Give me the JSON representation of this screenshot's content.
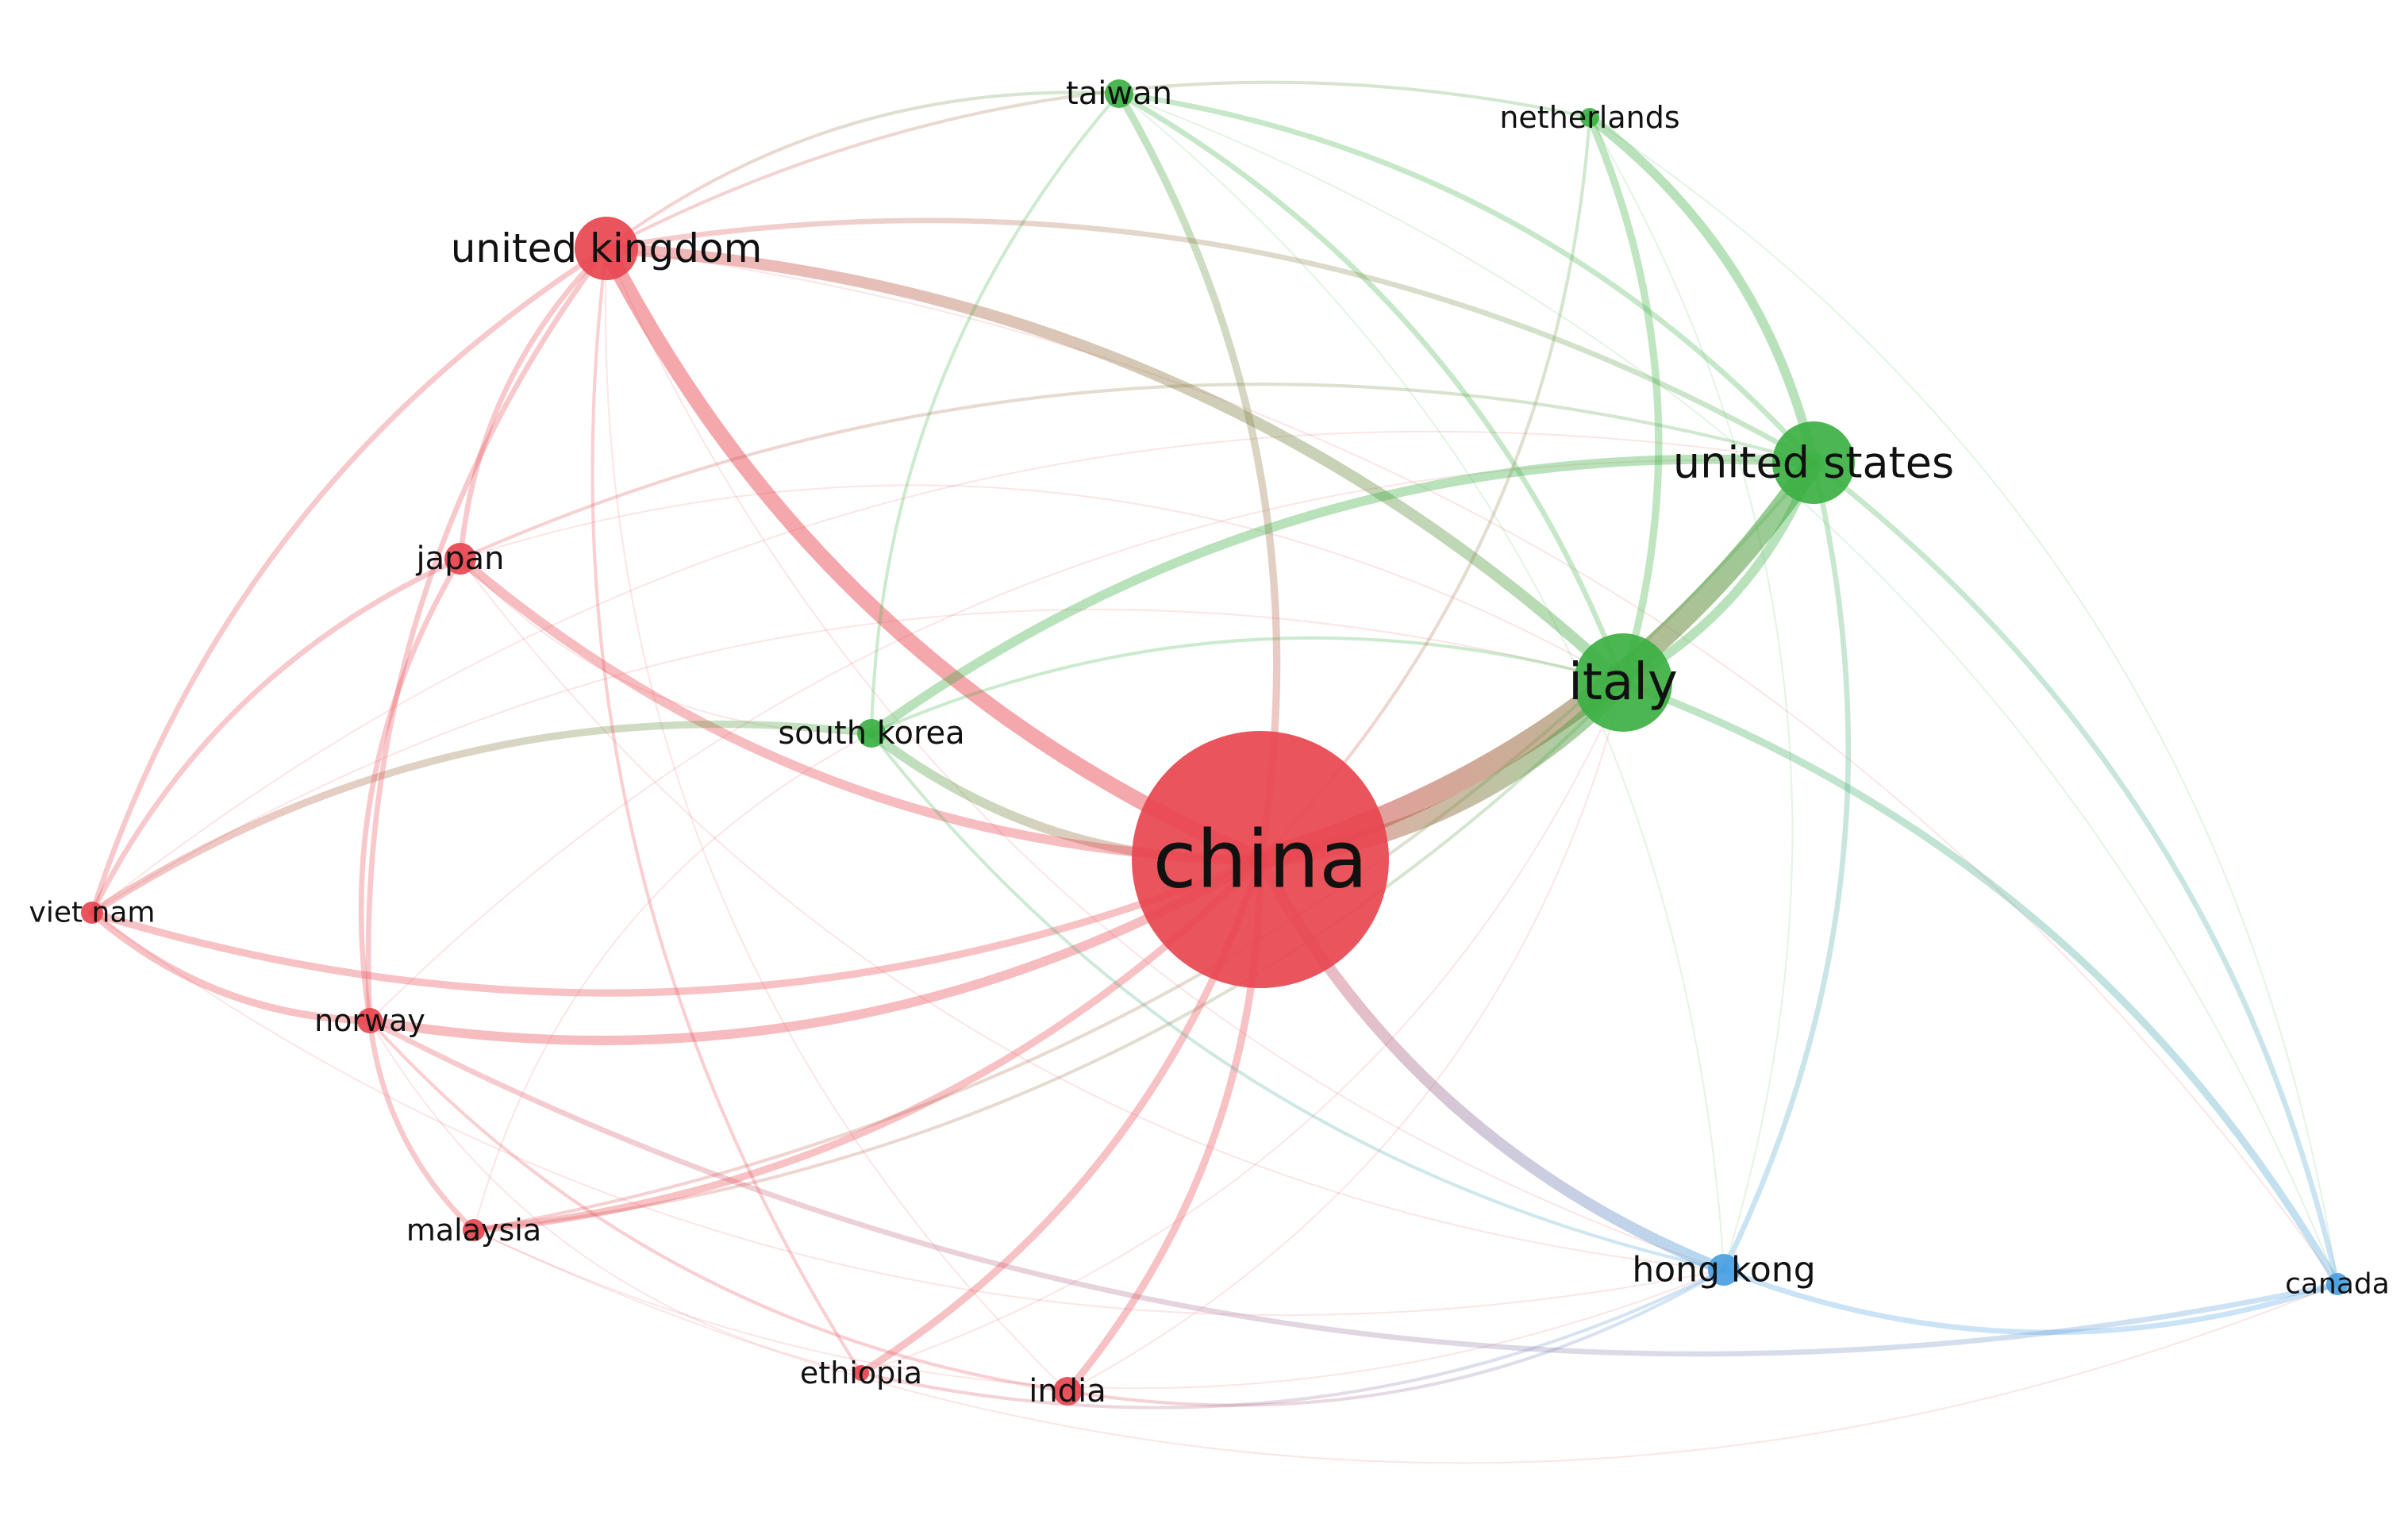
{
  "clusters": {
    "red": "#e8454f",
    "green": "#3cb043",
    "blue": "#4a9fe0"
  },
  "nodes": [
    {
      "id": "china",
      "label": "china",
      "cluster": "red",
      "weight": 100
    },
    {
      "id": "united-kingdom",
      "label": "united kingdom",
      "cluster": "red",
      "weight": 14
    },
    {
      "id": "japan",
      "label": "japan",
      "cluster": "red",
      "weight": 6
    },
    {
      "id": "viet-nam",
      "label": "viet nam",
      "cluster": "red",
      "weight": 4
    },
    {
      "id": "norway",
      "label": "norway",
      "cluster": "red",
      "weight": 5
    },
    {
      "id": "malaysia",
      "label": "malaysia",
      "cluster": "red",
      "weight": 4
    },
    {
      "id": "ethiopia",
      "label": "ethiopia",
      "cluster": "red",
      "weight": 3
    },
    {
      "id": "india",
      "label": "india",
      "cluster": "red",
      "weight": 5
    },
    {
      "id": "taiwan",
      "label": "taiwan",
      "cluster": "green",
      "weight": 4
    },
    {
      "id": "netherlands",
      "label": "netherlands",
      "cluster": "green",
      "weight": 3
    },
    {
      "id": "united-states",
      "label": "united states",
      "cluster": "green",
      "weight": 22
    },
    {
      "id": "italy",
      "label": "italy",
      "cluster": "green",
      "weight": 24
    },
    {
      "id": "south-korea",
      "label": "south korea",
      "cluster": "green",
      "weight": 4
    },
    {
      "id": "hong-kong",
      "label": "hong kong",
      "cluster": "blue",
      "weight": 5
    },
    {
      "id": "canada",
      "label": "canada",
      "cluster": "blue",
      "weight": 3
    }
  ],
  "links": [
    {
      "source": "china",
      "target": "united-states",
      "strength": 10
    },
    {
      "source": "china",
      "target": "italy",
      "strength": 8
    },
    {
      "source": "china",
      "target": "united-kingdom",
      "strength": 7
    },
    {
      "source": "united-kingdom",
      "target": "italy",
      "strength": 5
    },
    {
      "source": "china",
      "target": "hong-kong",
      "strength": 5
    },
    {
      "source": "china",
      "target": "south-korea",
      "strength": 4
    },
    {
      "source": "china",
      "target": "japan",
      "strength": 4
    },
    {
      "source": "china",
      "target": "norway",
      "strength": 4
    },
    {
      "source": "china",
      "target": "taiwan",
      "strength": 3
    },
    {
      "source": "china",
      "target": "viet-nam",
      "strength": 3
    },
    {
      "source": "south-korea",
      "target": "united-states",
      "strength": 4
    },
    {
      "source": "italy",
      "target": "united-states",
      "strength": 4
    },
    {
      "source": "netherlands",
      "target": "united-states",
      "strength": 4
    },
    {
      "source": "netherlands",
      "target": "italy",
      "strength": 3
    },
    {
      "source": "italy",
      "target": "canada",
      "strength": 3
    },
    {
      "source": "united-states",
      "target": "hong-kong",
      "strength": 2
    },
    {
      "source": "united-states",
      "target": "canada",
      "strength": 2
    },
    {
      "source": "taiwan",
      "target": "italy",
      "strength": 2
    },
    {
      "source": "taiwan",
      "target": "united-states",
      "strength": 2
    },
    {
      "source": "taiwan",
      "target": "south-korea",
      "strength": 1
    },
    {
      "source": "viet-nam",
      "target": "south-korea",
      "strength": 3
    },
    {
      "source": "viet-nam",
      "target": "norway",
      "strength": 3
    },
    {
      "source": "viet-nam",
      "target": "united-kingdom",
      "strength": 2
    },
    {
      "source": "viet-nam",
      "target": "japan",
      "strength": 2
    },
    {
      "source": "norway",
      "target": "malaysia",
      "strength": 2
    },
    {
      "source": "norway",
      "target": "united-kingdom",
      "strength": 2
    },
    {
      "source": "norway",
      "target": "japan",
      "strength": 2
    },
    {
      "source": "norway",
      "target": "canada",
      "strength": 2
    },
    {
      "source": "malaysia",
      "target": "china",
      "strength": 3
    },
    {
      "source": "malaysia",
      "target": "italy",
      "strength": 1
    },
    {
      "source": "ethiopia",
      "target": "china",
      "strength": 3
    },
    {
      "source": "ethiopia",
      "target": "united-kingdom",
      "strength": 1
    },
    {
      "source": "india",
      "target": "china",
      "strength": 3
    },
    {
      "source": "india",
      "target": "hong-kong",
      "strength": 1
    },
    {
      "source": "india",
      "target": "norway",
      "strength": 1
    },
    {
      "source": "japan",
      "target": "united-kingdom",
      "strength": 2
    },
    {
      "source": "japan",
      "target": "united-states",
      "strength": 1
    },
    {
      "source": "hong-kong",
      "target": "canada",
      "strength": 2
    },
    {
      "source": "united-kingdom",
      "target": "united-states",
      "strength": 2
    },
    {
      "source": "united-kingdom",
      "target": "netherlands",
      "strength": 1
    },
    {
      "source": "united-kingdom",
      "target": "taiwan",
      "strength": 1
    },
    {
      "source": "south-korea",
      "target": "italy",
      "strength": 1
    },
    {
      "source": "south-korea",
      "target": "hong-kong",
      "strength": 1
    },
    {
      "source": "china",
      "target": "netherlands",
      "strength": 1
    },
    {
      "source": "ethiopia",
      "target": "hong-kong",
      "strength": 1
    },
    {
      "source": "malaysia",
      "target": "united-states",
      "strength": 1
    }
  ]
}
